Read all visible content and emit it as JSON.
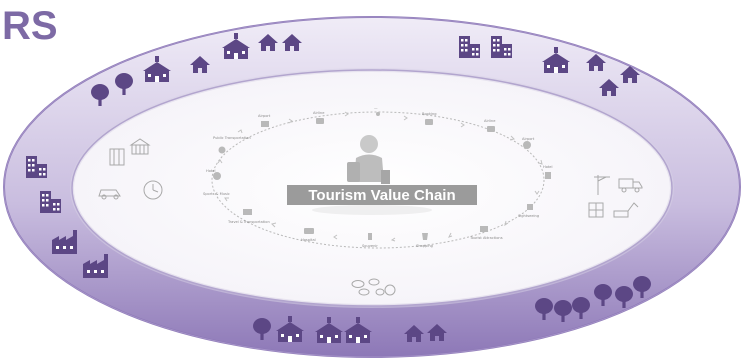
{
  "page": {
    "title": "RS"
  },
  "center": {
    "label": "Tourism Value Chain"
  },
  "value_chain_nodes": [
    "Airline",
    "Booking",
    "Airline",
    "Airport",
    "Hotel",
    "Sightseeing",
    "Tourist Attractions",
    "Shopping",
    "Souvenir",
    "Hospital",
    "Travel & Transportation",
    "Sports & Music",
    "Hotel",
    "Public Transportation",
    "Airport",
    "—"
  ],
  "colors": {
    "ring_outer": "#8d78b7",
    "ring_inner": "#ece7f5",
    "icon_purple": "#5c4785",
    "icon_gray": "#a9a9a9",
    "title": "#7d6aa5"
  },
  "icon_names": [
    "house-icon",
    "tree-icon",
    "school-icon",
    "office-building-icon",
    "factory-icon",
    "traveller-figure-icon",
    "construction-icon",
    "farm-animals-icon"
  ]
}
